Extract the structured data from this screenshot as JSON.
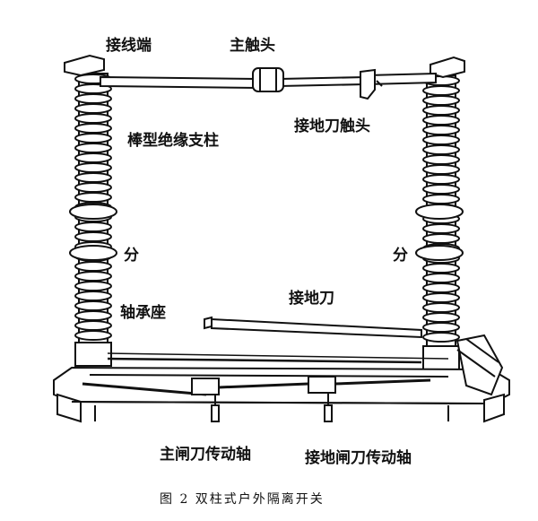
{
  "diagram": {
    "labels": {
      "terminal": "接线端",
      "main_contact": "主触头",
      "earth_contact": "接地刀触头",
      "insulator": "棒型绝缘支柱",
      "split_left": "分",
      "split_right": "分",
      "earth_blade": "接地刀",
      "bearing_seat": "轴承座",
      "main_shaft": "主闸刀传动轴",
      "earth_shaft": "接地闸刀传动轴"
    },
    "caption": "图 2   双柱式户外隔离开关"
  },
  "colors": {
    "line": "#111111",
    "background": "#ffffff"
  }
}
